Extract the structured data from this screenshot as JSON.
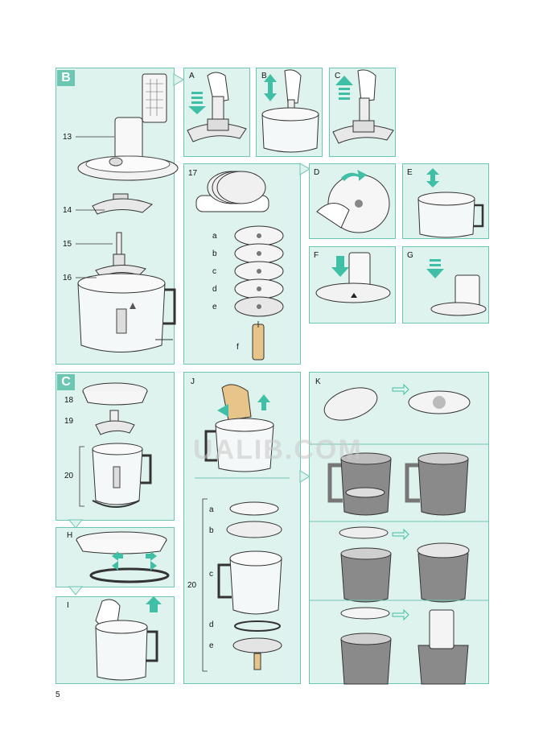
{
  "page_number": "5",
  "watermark": "UALIB.COM",
  "section_b": {
    "title": "B",
    "parts": [
      "13",
      "14",
      "15",
      "16"
    ]
  },
  "steps_top": [
    "A",
    "B",
    "C"
  ],
  "panel_17": {
    "number": "17",
    "discs": [
      "a",
      "b",
      "c",
      "d",
      "e"
    ],
    "pusher": "f"
  },
  "steps_right": [
    "D",
    "E",
    "F",
    "G"
  ],
  "section_c": {
    "title": "C",
    "parts": [
      "18",
      "19",
      "20"
    ]
  },
  "step_h": "H",
  "step_i": "I",
  "step_j": {
    "label": "J",
    "number": "20",
    "parts": [
      "a",
      "b",
      "c",
      "d",
      "e"
    ]
  },
  "step_k": "K",
  "colors": {
    "panel_bg": "#dff3ee",
    "panel_border": "#6cc6b4",
    "arrow": "#3fbfa5"
  }
}
